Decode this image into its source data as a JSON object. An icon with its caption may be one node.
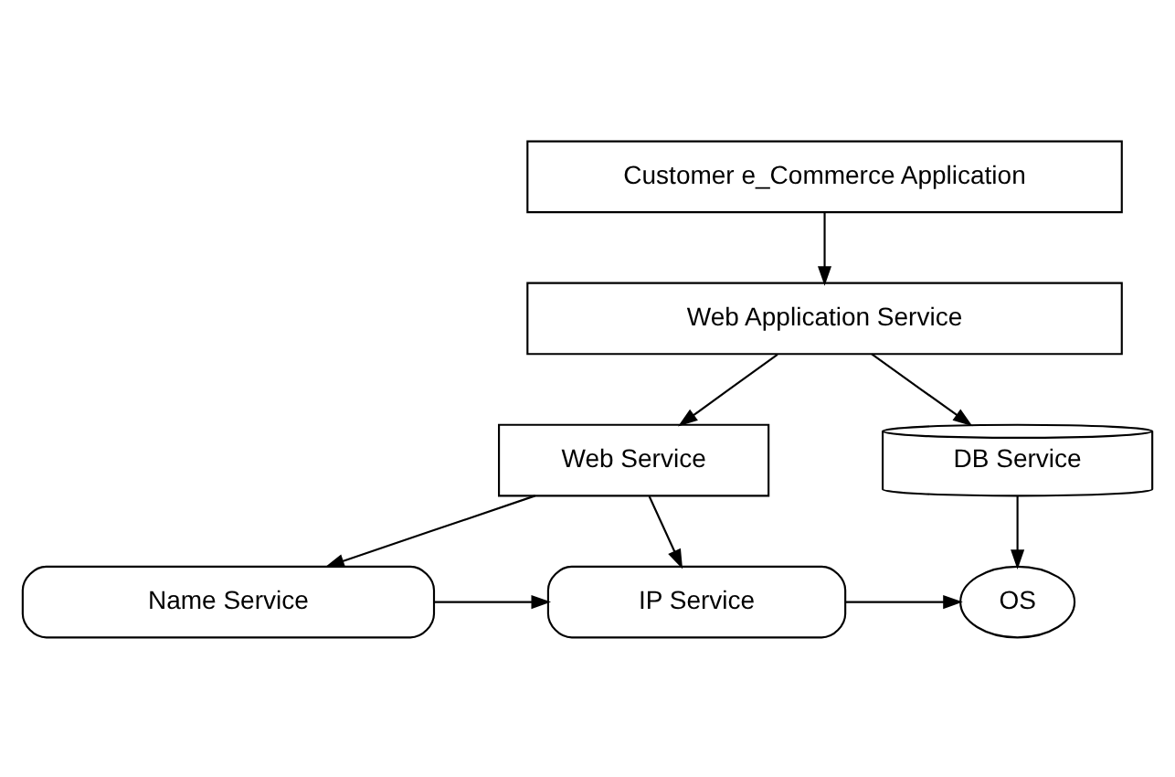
{
  "diagram": {
    "nodes": [
      {
        "text": [
          "Customer e_Commerce Application"
        ]
      },
      {
        "text": [
          "Web Application Service"
        ]
      },
      {
        "text": [
          "Web Service"
        ]
      },
      {
        "text": [
          "DB Service"
        ]
      },
      {
        "text": [
          "Name Service"
        ]
      },
      {
        "text": [
          "IP Service"
        ]
      },
      {
        "text": [
          "OS"
        ]
      }
    ],
    "edges": [
      {
        "from": 0,
        "to": 1,
        "arrow": "to"
      },
      {
        "from": 1,
        "to": 2,
        "arrow": "to"
      },
      {
        "from": 1,
        "to": 3,
        "arrow": "to"
      },
      {
        "from": 2,
        "to": 4,
        "arrow": "to"
      },
      {
        "from": 2,
        "to": 5,
        "arrow": "to"
      },
      {
        "from": 3,
        "to": 6,
        "arrow": "to"
      },
      {
        "from": 4,
        "to": 5,
        "arrow": "to"
      },
      {
        "from": 5,
        "to": 6,
        "arrow": "to"
      }
    ]
  }
}
